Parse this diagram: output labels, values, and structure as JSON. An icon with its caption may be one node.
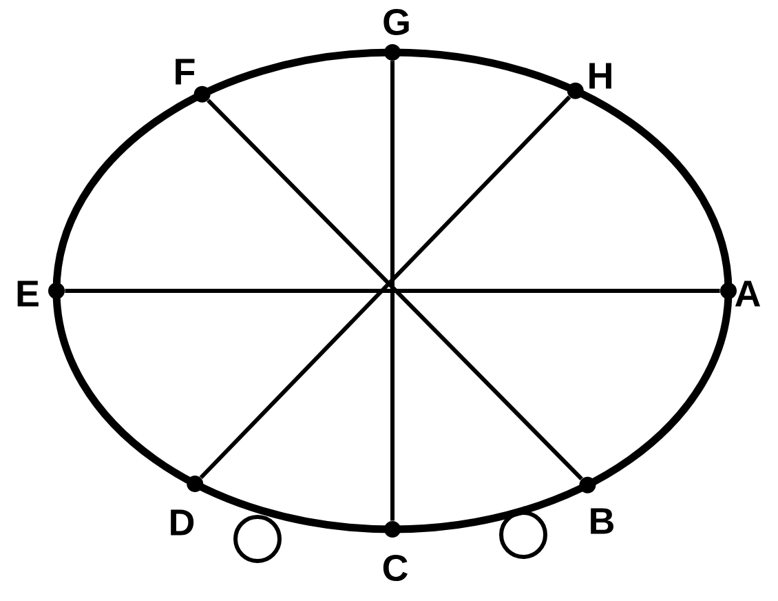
{
  "diagram": {
    "nodes": [
      {
        "text": [],
        "shape": "circle",
        "beside": [
          "A"
        ]
      },
      {
        "text": [],
        "shape": "circle",
        "beside": [
          "B"
        ]
      },
      {
        "text": [],
        "shape": "circle",
        "beside": [
          "C"
        ]
      },
      {
        "text": [],
        "shape": "circle",
        "beside": [
          "D"
        ]
      },
      {
        "text": [],
        "shape": "circle",
        "beside": [
          "E"
        ]
      },
      {
        "text": [],
        "shape": "circle",
        "beside": [
          "F"
        ]
      },
      {
        "text": [],
        "shape": "circle",
        "beside": [
          "G"
        ]
      },
      {
        "text": [],
        "shape": "circle",
        "beside": [
          "H"
        ]
      }
    ],
    "edges": [
      {
        "from": 0,
        "to": 4,
        "arrow": "none"
      },
      {
        "from": 1,
        "to": 5,
        "arrow": "none"
      },
      {
        "from": 2,
        "to": 6,
        "arrow": "none"
      },
      {
        "from": 3,
        "to": 7,
        "arrow": "none"
      }
    ]
  }
}
